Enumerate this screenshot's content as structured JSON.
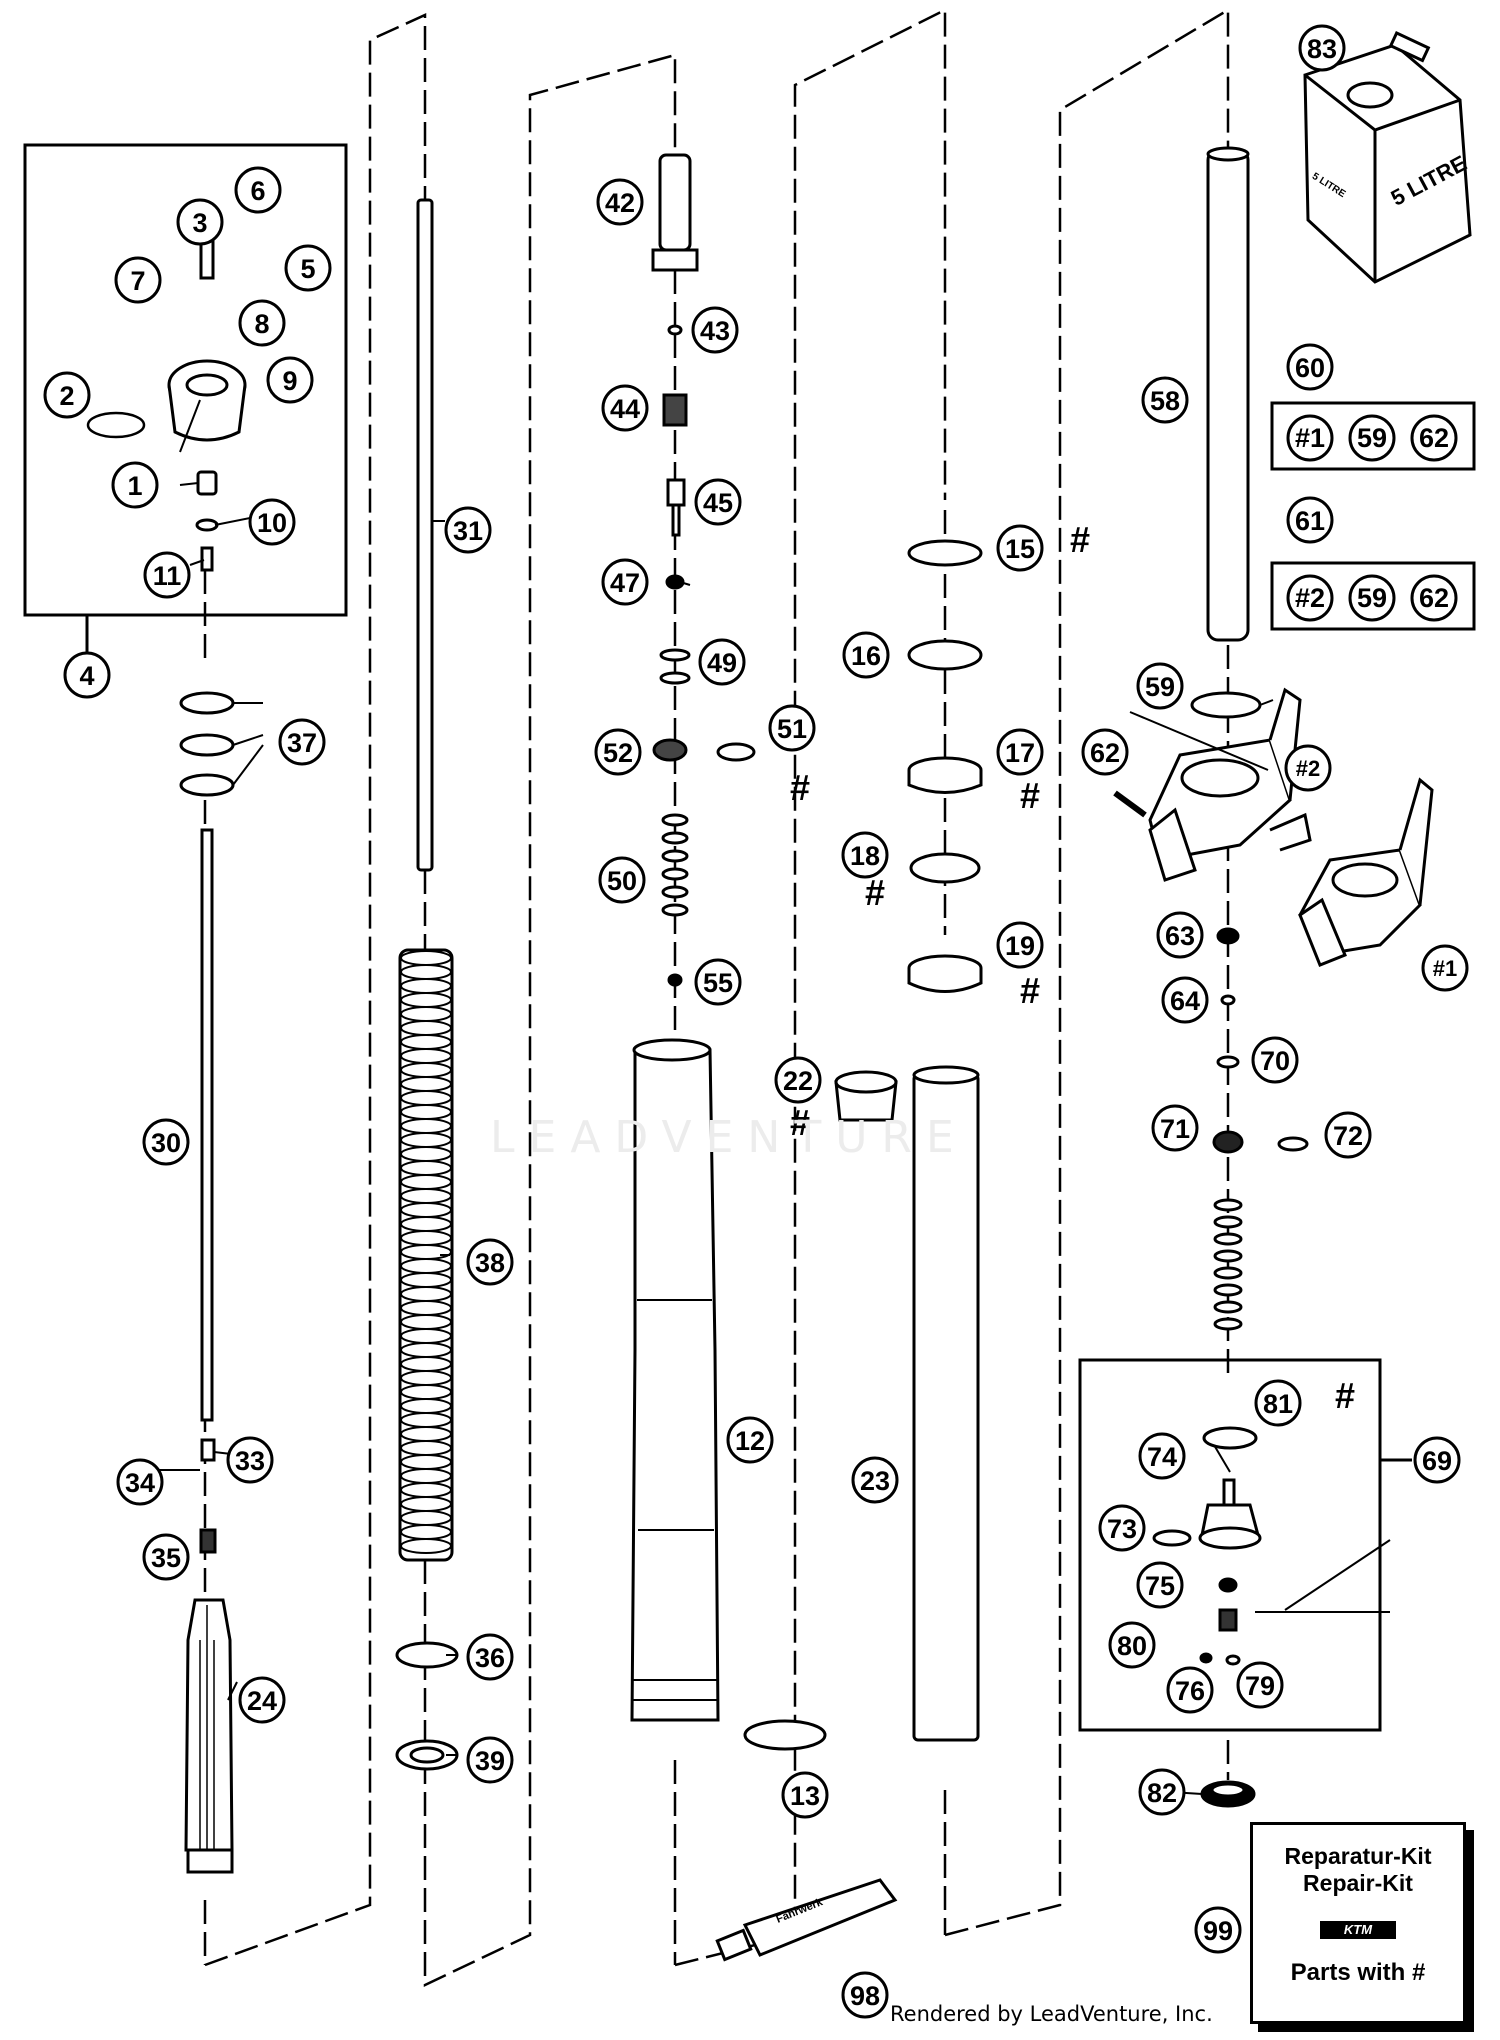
{
  "diagram": {
    "callouts": [
      "1",
      "2",
      "3",
      "4",
      "5",
      "6",
      "7",
      "8",
      "9",
      "10",
      "11",
      "12",
      "13",
      "15",
      "16",
      "17",
      "18",
      "19",
      "22",
      "23",
      "24",
      "30",
      "31",
      "33",
      "34",
      "35",
      "36",
      "37",
      "38",
      "39",
      "42",
      "43",
      "44",
      "45",
      "47",
      "49",
      "50",
      "51",
      "52",
      "55",
      "58",
      "59",
      "60",
      "61",
      "62",
      "63",
      "64",
      "69",
      "70",
      "71",
      "72",
      "73",
      "74",
      "75",
      "76",
      "79",
      "80",
      "81",
      "82",
      "83",
      "98",
      "99"
    ],
    "hash_mark": "#",
    "kit_60_items": [
      "#1",
      "59",
      "62"
    ],
    "kit_61_items": [
      "#2",
      "59",
      "62"
    ],
    "clamp_labels": [
      "#2",
      "#1"
    ],
    "oil_can": {
      "volume": "5 LITRE",
      "small": "5 LITRE"
    },
    "repair_kit": {
      "line1": "Reparatur-Kit",
      "line2": "Repair-Kit",
      "logo": "KTM",
      "line3": "Parts with #"
    },
    "tube_label": "Fahrwerk",
    "watermark": "LEADVENTURE",
    "credit": "Rendered by LeadVenture, Inc."
  }
}
